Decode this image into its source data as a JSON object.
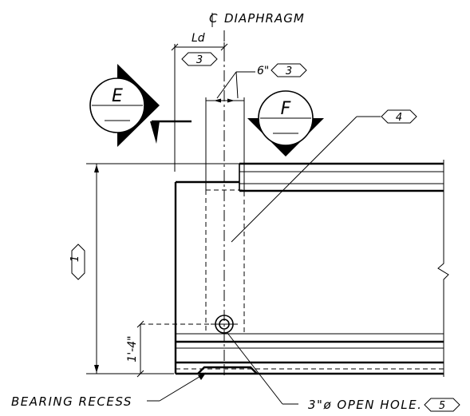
{
  "labels": {
    "diaphragm_centerline": "DIAPHRAGM",
    "dim_ld": "Ld",
    "dim_6in": "6\"",
    "dim_1ft4in": "1'-4\"",
    "bearing_recess": "BEARING RECESS",
    "open_hole": "3\"ø OPEN HOLE."
  },
  "section_markers": {
    "left": "E",
    "right": "F"
  },
  "callouts": {
    "ld_tag": "3",
    "six_inch_tag": "3",
    "hatch_tag": "4",
    "height_tag": "1",
    "hole_tag": "5"
  }
}
